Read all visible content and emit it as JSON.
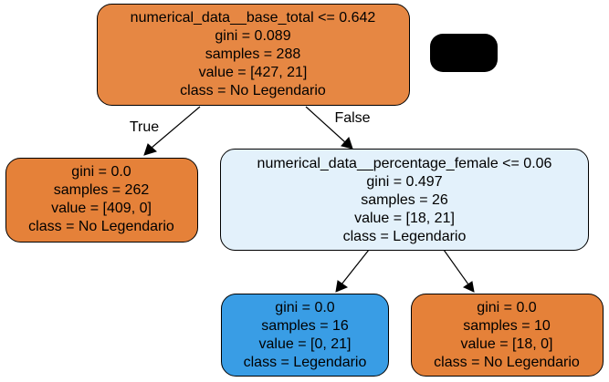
{
  "nodes": [
    {
      "id": "root",
      "lines": [
        "numerical_data__base_total <= 0.642",
        "gini = 0.089",
        "samples = 288",
        "value = [427, 21]",
        "class = No Legendario"
      ],
      "color": "#e68743"
    },
    {
      "id": "left",
      "lines": [
        "gini = 0.0",
        "samples = 262",
        "value = [409, 0]",
        "class = No Legendario"
      ],
      "color": "#e58139"
    },
    {
      "id": "right",
      "lines": [
        "numerical_data__percentage_female <= 0.06",
        "gini = 0.497",
        "samples = 26",
        "value = [18, 21]",
        "class = Legendario"
      ],
      "color": "#e3f1fb"
    },
    {
      "id": "right-left",
      "lines": [
        "gini = 0.0",
        "samples = 16",
        "value = [0, 21]",
        "class = Legendario"
      ],
      "color": "#399de5"
    },
    {
      "id": "right-right",
      "lines": [
        "gini = 0.0",
        "samples = 10",
        "value = [18, 0]",
        "class = No Legendario"
      ],
      "color": "#e58139"
    }
  ],
  "edges": [
    {
      "from": "root",
      "to": "left",
      "label": "True"
    },
    {
      "from": "root",
      "to": "right",
      "label": "False"
    },
    {
      "from": "right",
      "to": "right-left",
      "label": ""
    },
    {
      "from": "right",
      "to": "right-right",
      "label": ""
    }
  ],
  "legend_box_color": "#000000"
}
